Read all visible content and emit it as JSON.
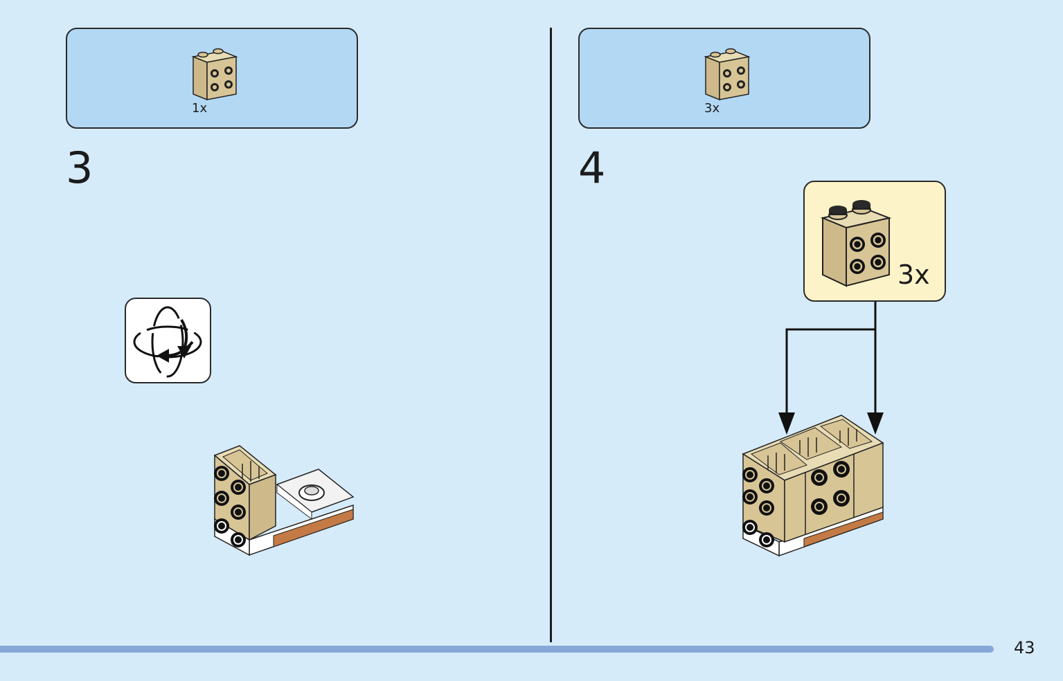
{
  "page": {
    "number": "43"
  },
  "steps": [
    {
      "number": "3",
      "parts": [
        {
          "icon": "brick-1x2x2-studs-on-side-icon",
          "quantity": "1x"
        }
      ]
    },
    {
      "number": "4",
      "parts": [
        {
          "icon": "brick-1x2x2-studs-on-side-icon",
          "quantity": "3x"
        }
      ],
      "callout": {
        "quantity": "3x"
      }
    }
  ],
  "colors": {
    "background": "#d6ebf9",
    "parts_box": "#b3d8f4",
    "callout": "#fdf3c8",
    "tan": "#d8c596",
    "footer_bar": "#86a7d8"
  }
}
